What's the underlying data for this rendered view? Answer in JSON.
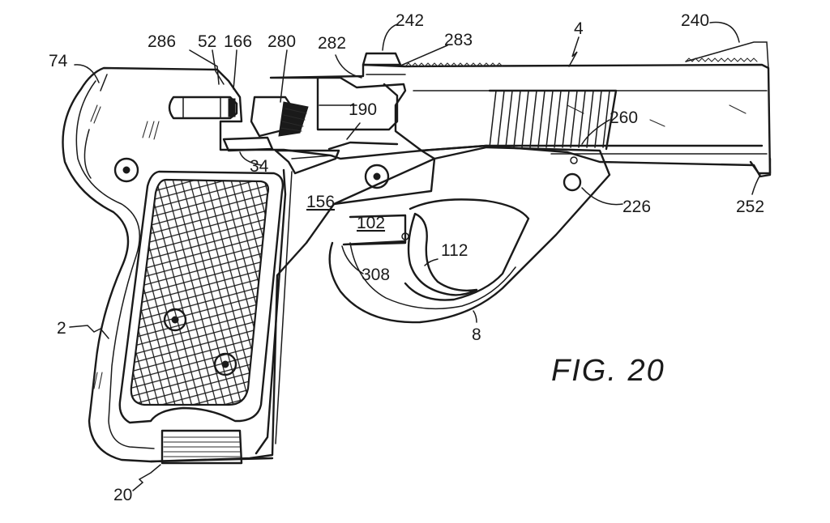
{
  "figure": {
    "caption": "FIG. 20",
    "reference_labels": {
      "r2": "2",
      "r4": "4",
      "r8": "8",
      "r20": "20",
      "r34": "34",
      "r52": "52",
      "r74": "74",
      "r102": "102",
      "r112": "112",
      "r156": "156",
      "r166": "166",
      "r190": "190",
      "r226": "226",
      "r240": "240",
      "r242": "242",
      "r252": "252",
      "r260": "260",
      "r280": "280",
      "r282": "282",
      "r283": "283",
      "r286": "286",
      "r308": "308"
    }
  }
}
